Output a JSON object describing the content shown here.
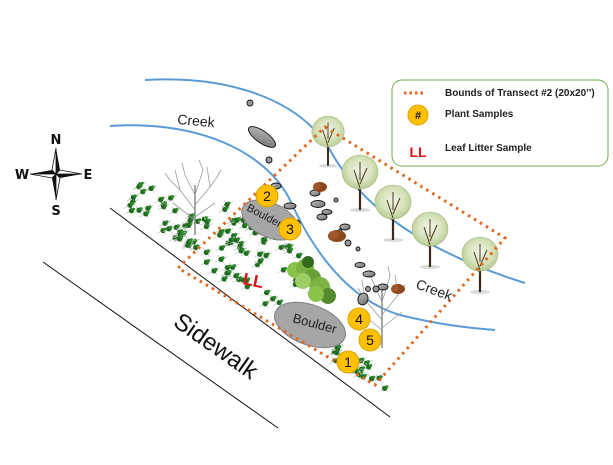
{
  "legend": {
    "items": [
      {
        "symbol": "dotted-line",
        "label": "Bounds of Transect #2 (20x20’’)"
      },
      {
        "symbol": "#",
        "label": "Plant Samples"
      },
      {
        "symbol": "LL",
        "label": "Leaf Litter Sample"
      }
    ]
  },
  "compass": {
    "north": "N",
    "south": "S",
    "east": "E",
    "west": "W"
  },
  "labels": {
    "creek_upper": "Creek",
    "creek_lower": "Creek",
    "boulder_small": "Boulder",
    "boulder_large": "Boulder",
    "sidewalk": "Sidewalk",
    "leaf_litter": "LL"
  },
  "plant_samples": [
    "1",
    "2",
    "3",
    "4",
    "5"
  ],
  "colors": {
    "creek": "#5b9bd5",
    "boundary": "#e2661c",
    "sample_fill": "#ffc000",
    "sample_stroke": "#d9a400",
    "leaf_litter": "#e01010",
    "legend_border": "#70ad47",
    "boulder": "#a6a6a6"
  }
}
